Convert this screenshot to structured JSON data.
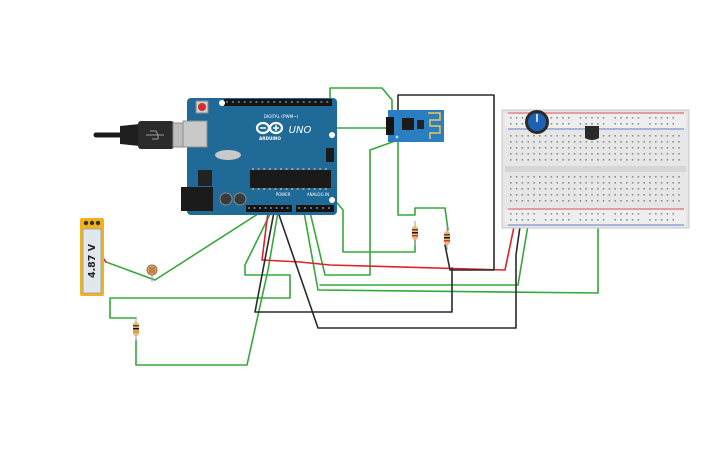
{
  "arduino": {
    "brand": "ARDUINO",
    "model": "UNO",
    "digital_label": "DIGITAL (PWM~)",
    "power_label": "POWER",
    "analog_label": "ANALOG IN"
  },
  "multimeter": {
    "reading": "4.87 V"
  },
  "colors": {
    "board_blue": "#1f6a97",
    "wire_green": "#35a83a",
    "wire_red": "#e0202a",
    "wire_black": "#2a2a2a",
    "multimeter_yellow": "#f3b21a",
    "breadboard": "#e6e6e6"
  },
  "icons": {
    "logo": "arduino-infinity-logo",
    "usb": "usb-connector-icon",
    "module": "esp8266-wifi-module"
  }
}
